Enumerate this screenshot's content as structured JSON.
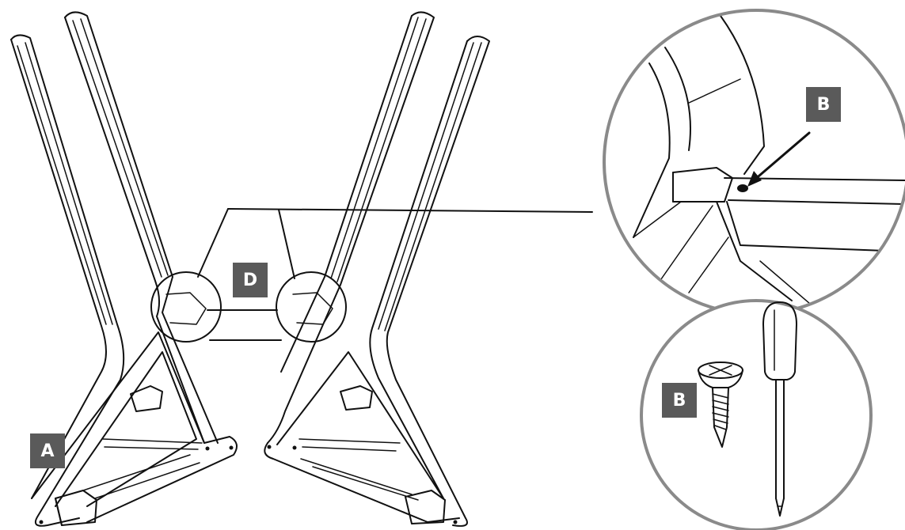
{
  "labels": {
    "part_a": "A",
    "part_d": "D",
    "screw_b_detail": "B",
    "screw_b_parts": "B"
  },
  "colors": {
    "label_background": "#5a5a5a",
    "label_text": "#ffffff",
    "line": "#111111",
    "detail_circle_border": "#8a8a8a"
  },
  "icons": {
    "screw": "screw-icon",
    "screwdriver": "screwdriver-icon",
    "arrow": "arrow-icon"
  }
}
